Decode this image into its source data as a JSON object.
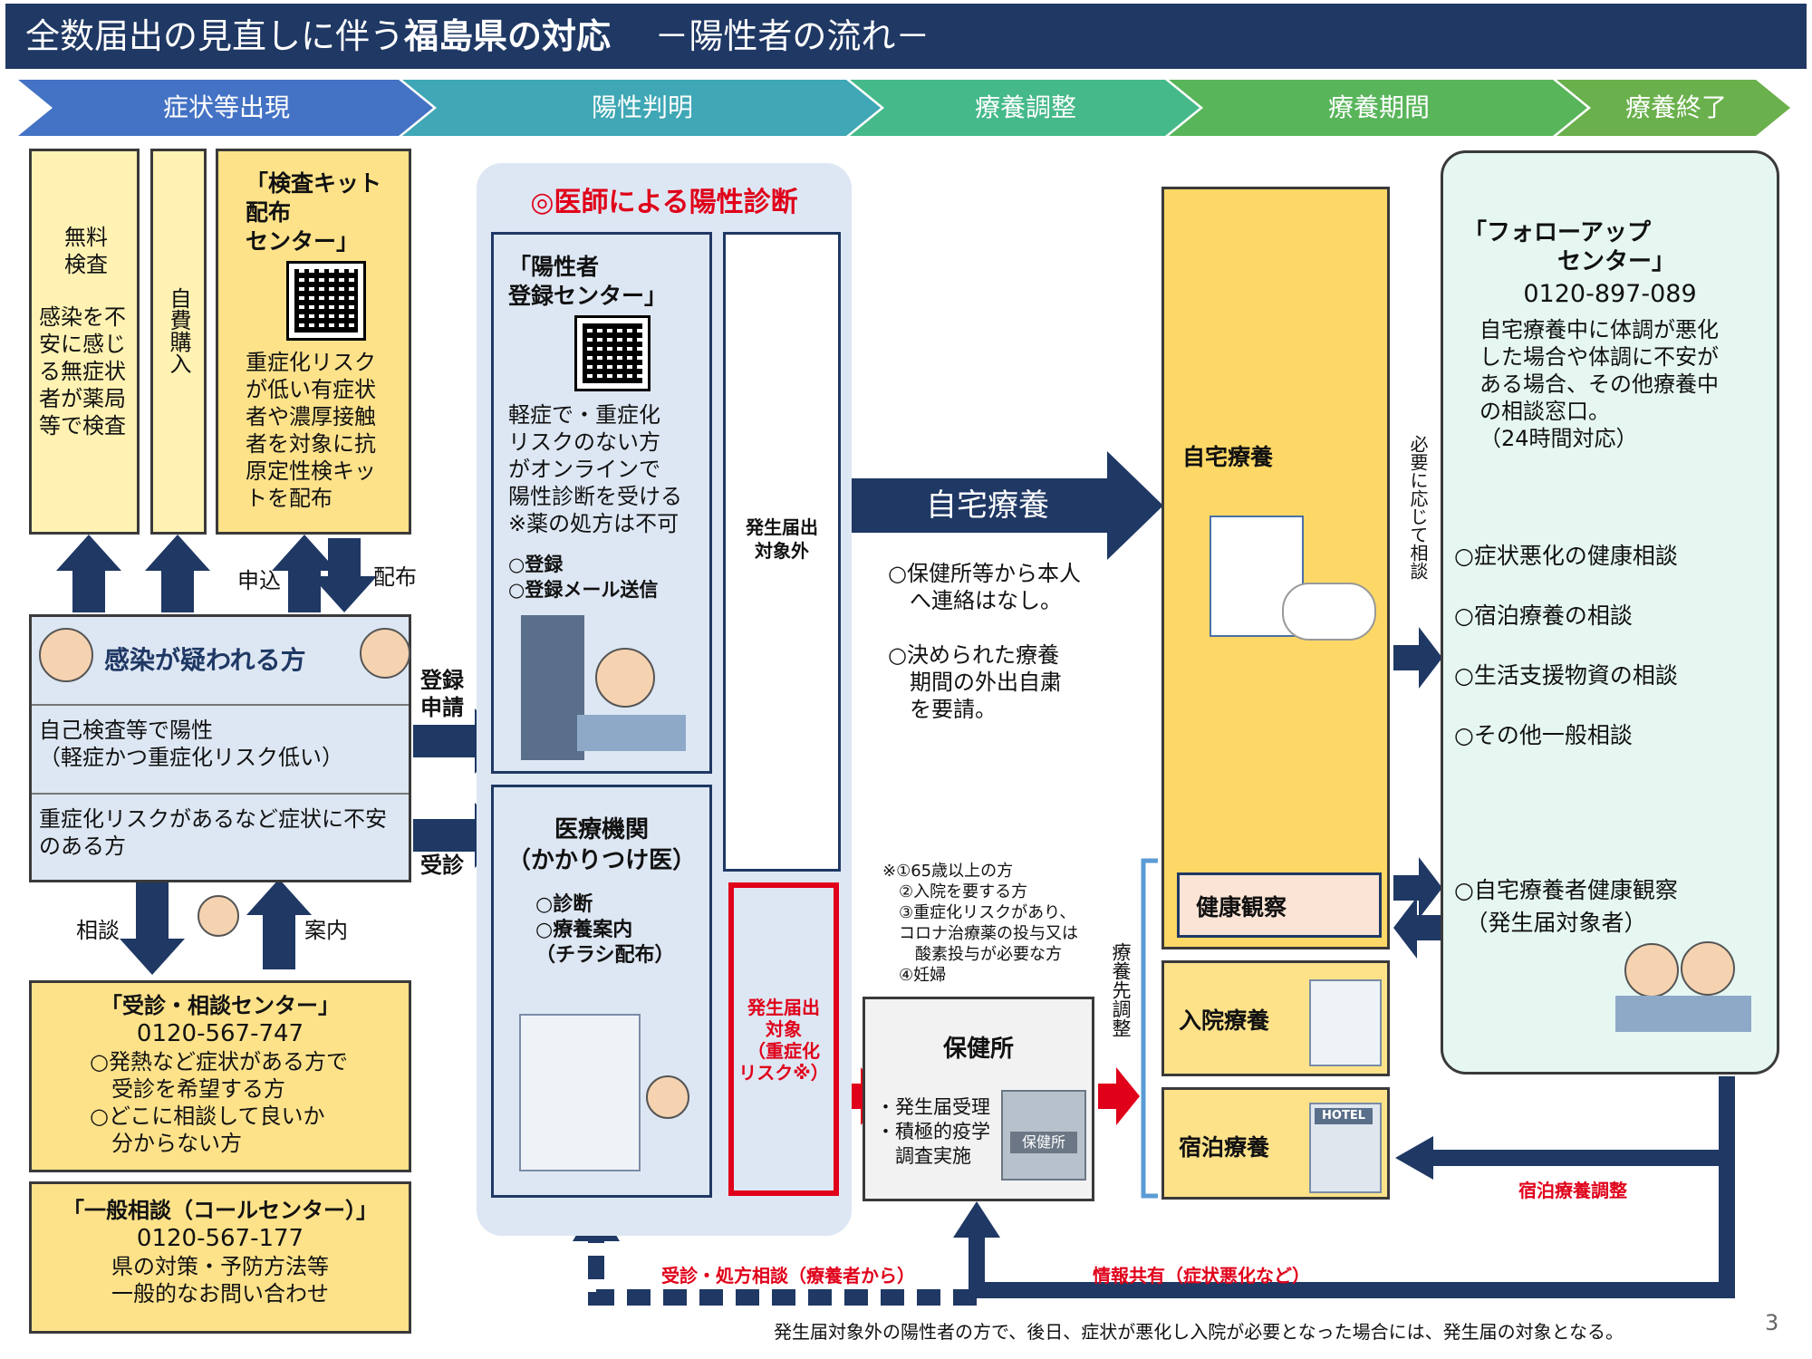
{
  "title": {
    "main": "全数届出の見直しに伴う",
    "bold": "福島県の対応",
    "sub": "－陽性者の流れ－"
  },
  "stages": [
    "症状等出現",
    "陽性判明",
    "療養調整",
    "療養期間",
    "療養終了"
  ],
  "colors": {
    "navy": "#1f3864",
    "stage1": "#4472c4",
    "stage2": "#3fa7b5",
    "stage3": "#45b98a",
    "stage4": "#58b55a",
    "stage5": "#6ab04c",
    "red": "#e0001a",
    "yellow": "#fde28a",
    "lightyellow": "#fff2b3",
    "mint": "#e6f7f2"
  },
  "free_test": {
    "title": "無料\n検査",
    "desc": "感染を不\n安に感じ\nる無症状\n者が薬局\n等で検査"
  },
  "self_buy": "自費購入",
  "kit_center": {
    "title": "「検査キット\n 配布\n センター」",
    "desc": "重症化リスク\nが低い有症状\n者や濃厚接触\n者を対象に抗\n原定性検キッ\nトを配布"
  },
  "apply": "申込",
  "distribute": "配布",
  "suspected": {
    "title": "感染が疑われる方",
    "row1": "自己検査等で陽性\n（軽症かつ重症化リスク低い）",
    "row2": "重症化リスクがあるなど症状に不安\nのある方"
  },
  "register_apply": "登録\n申請",
  "visit": "受診",
  "consult": "相談",
  "guide": "案内",
  "consult_center": {
    "title": "「受診・相談センター」",
    "phone": "0120-567-747",
    "desc": "○発熱など症状がある方で\n　受診を希望する方\n○どこに相談して良いか\n　分からない方"
  },
  "general_consult": {
    "title": "「一般相談（コールセンター）」",
    "phone": "0120-567-177",
    "desc": "県の対策・予防方法等\n一般的なお問い合わせ"
  },
  "doctor_diag": "◎医師による陽性診断",
  "registration_center": {
    "title": "「陽性者\n 登録センター」",
    "desc": "軽症で・重症化\nリスクのない方\nがオンラインで\n陽性診断を受ける\n※薬の処方は不可",
    "items": "○登録\n○登録メール送信"
  },
  "medical": {
    "title": "医療機関\n（かかりつけ医）",
    "items": "○診断\n○療養案内\n（チラシ配布）"
  },
  "not_reported": "発生届出\n対象外",
  "reported": "発生届出\n対象\n（重症化\nリスク※）",
  "home_care_arrow": "自宅療養",
  "home_notes": "○保健所等から本人\n　へ連絡はなし。\n\n○決められた療養\n　期間の外出自粛\n　を要請。",
  "risk_note": "※①65歳以上の方\n　②入院を要する方\n　③重症化リスクがあり、\n　コロナ治療薬の投与又は\n　　酸素投与が必要な方\n　④妊婦",
  "health_center": {
    "title": "保健所",
    "desc": "・発生届受理\n・積極的疫学\n　調査実施",
    "sign": "保健所"
  },
  "care_adjust": "療養先調整",
  "home_care": "自宅療養",
  "health_obs": "健康観察",
  "hospital": "入院療養",
  "hotel": "宿泊療養",
  "hotel_sign": "HOTEL",
  "as_needed": "必要に応じて相談",
  "followup": {
    "title": "「フォローアップ\n　　　　センター」",
    "phone": "0120-897-089",
    "desc": "自宅療養中に体調が悪化\nした場合や体調に不安が\nある場合、その他療養中\nの相談窓口。\n（24時間対応）",
    "items": "○症状悪化の健康相談\n\n○宿泊療養の相談\n\n○生活支援物資の相談\n\n○その他一般相談",
    "obs": "○自宅療養者健康観察\n　（発生届対象者）"
  },
  "hotel_adjust": "宿泊療養調整",
  "visit_consult": "受診・処方相談（療養者から）",
  "info_share": "情報共有（症状悪化など）",
  "footnote": "発生届対象外の陽性者の方で、後日、症状が悪化し入院が必要となった場合には、発生届の対象となる。",
  "page_number": "3"
}
